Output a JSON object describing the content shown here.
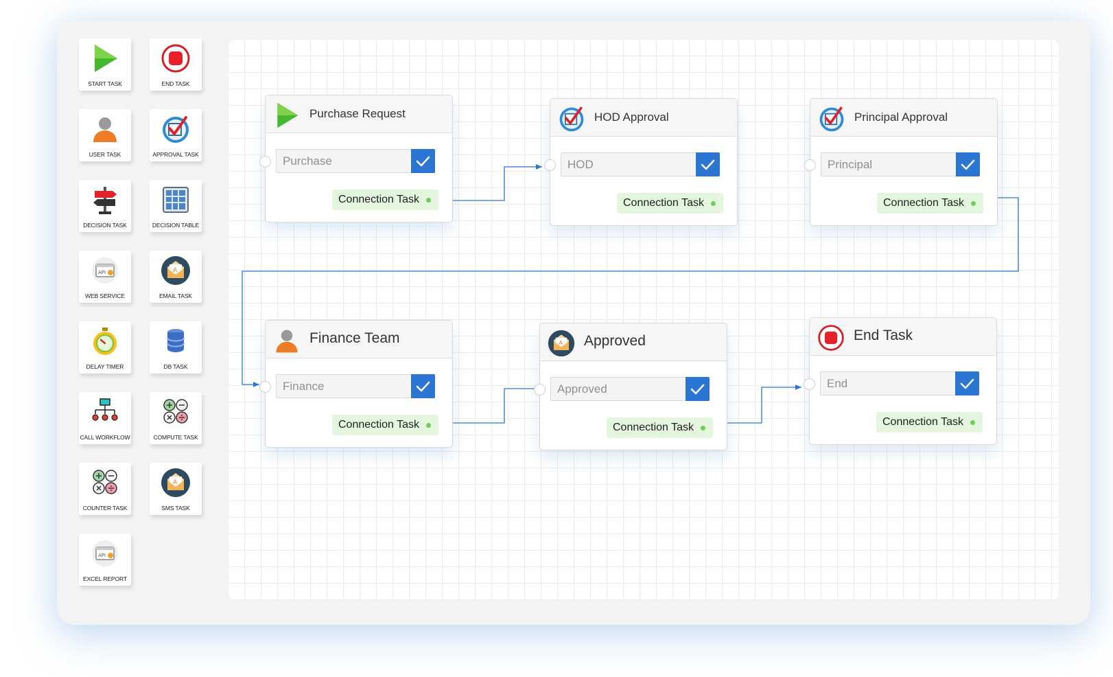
{
  "palette": {
    "tools": [
      {
        "label": "START TASK",
        "icon": "start-play-icon"
      },
      {
        "label": "END TASK",
        "icon": "end-stop-icon"
      },
      {
        "label": "USER TASK",
        "icon": "user-icon"
      },
      {
        "label": "APPROVAL TASK",
        "icon": "approval-check-icon"
      },
      {
        "label": "DECISION TASK",
        "icon": "signpost-icon"
      },
      {
        "label": "DECISION TABLE",
        "icon": "table-grid-icon"
      },
      {
        "label": "WEB SERVICE",
        "icon": "api-gear-icon"
      },
      {
        "label": "EMAIL TASK",
        "icon": "envelope-icon"
      },
      {
        "label": "DELAY TIMER",
        "icon": "stopwatch-icon"
      },
      {
        "label": "DB TASK",
        "icon": "database-icon"
      },
      {
        "label": "CALL WORKFLOW",
        "icon": "workflow-hierarchy-icon"
      },
      {
        "label": "COMPUTE TASK",
        "icon": "math-operators-icon"
      },
      {
        "label": "COUNTER TASK",
        "icon": "math-operators-icon"
      },
      {
        "label": "SMS TASK",
        "icon": "envelope-icon"
      },
      {
        "label": "EXCEL REPORT",
        "icon": "api-gear-icon"
      }
    ]
  },
  "nodes": [
    {
      "title": "Purchase Request",
      "field": "Purchase",
      "pill": "Connection Task",
      "icon": "start-play-icon"
    },
    {
      "title": "HOD Approval",
      "field": "HOD",
      "pill": "Connection Task",
      "icon": "approval-check-icon"
    },
    {
      "title": "Principal Approval",
      "field": "Principal",
      "pill": "Connection Task",
      "icon": "approval-check-icon"
    },
    {
      "title": "Finance Team",
      "field": "Finance",
      "pill": "Connection Task",
      "icon": "user-icon"
    },
    {
      "title": "Approved",
      "field": "Approved",
      "pill": "Connection Task",
      "icon": "envelope-icon"
    },
    {
      "title": "End Task",
      "field": "End",
      "pill": "Connection Task",
      "icon": "end-stop-icon"
    }
  ],
  "colors": {
    "accent": "#2a76d2",
    "connector": "#2a76d2",
    "pill_bg": "#e4f7de",
    "pill_dot": "#6ccf5a",
    "end_red": "#e32222",
    "start_green": "#3fb72a"
  }
}
